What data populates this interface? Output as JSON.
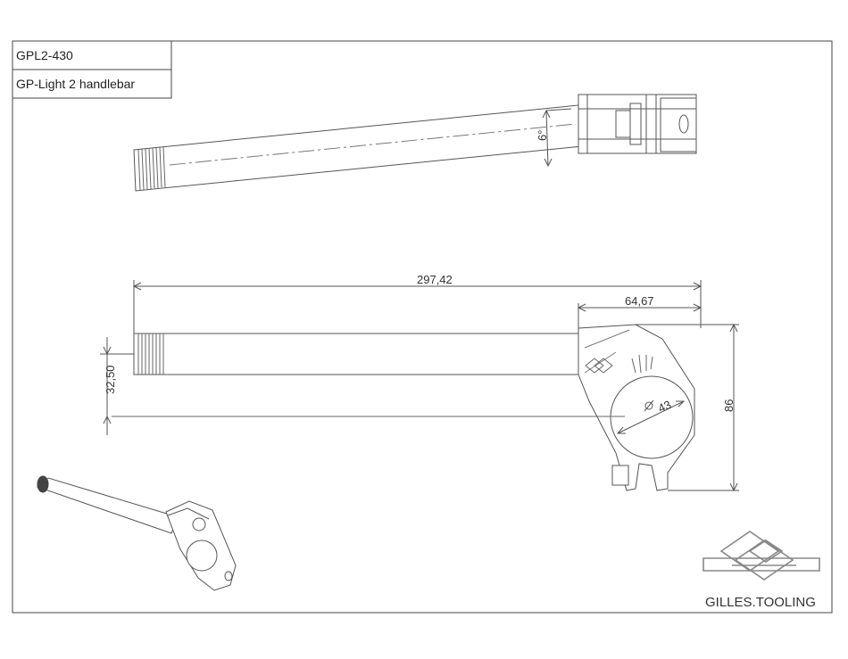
{
  "title_block": {
    "part_number": "GPL2-430",
    "part_name": "GP-Light 2 handlebar"
  },
  "dimensions": {
    "angle": "6°",
    "total_length": "297,42",
    "clamp_length": "64,67",
    "offset": "32,50",
    "bore_diameter": "43",
    "clamp_height": "86"
  },
  "brand": {
    "name": "GILLES.TOOLING"
  }
}
